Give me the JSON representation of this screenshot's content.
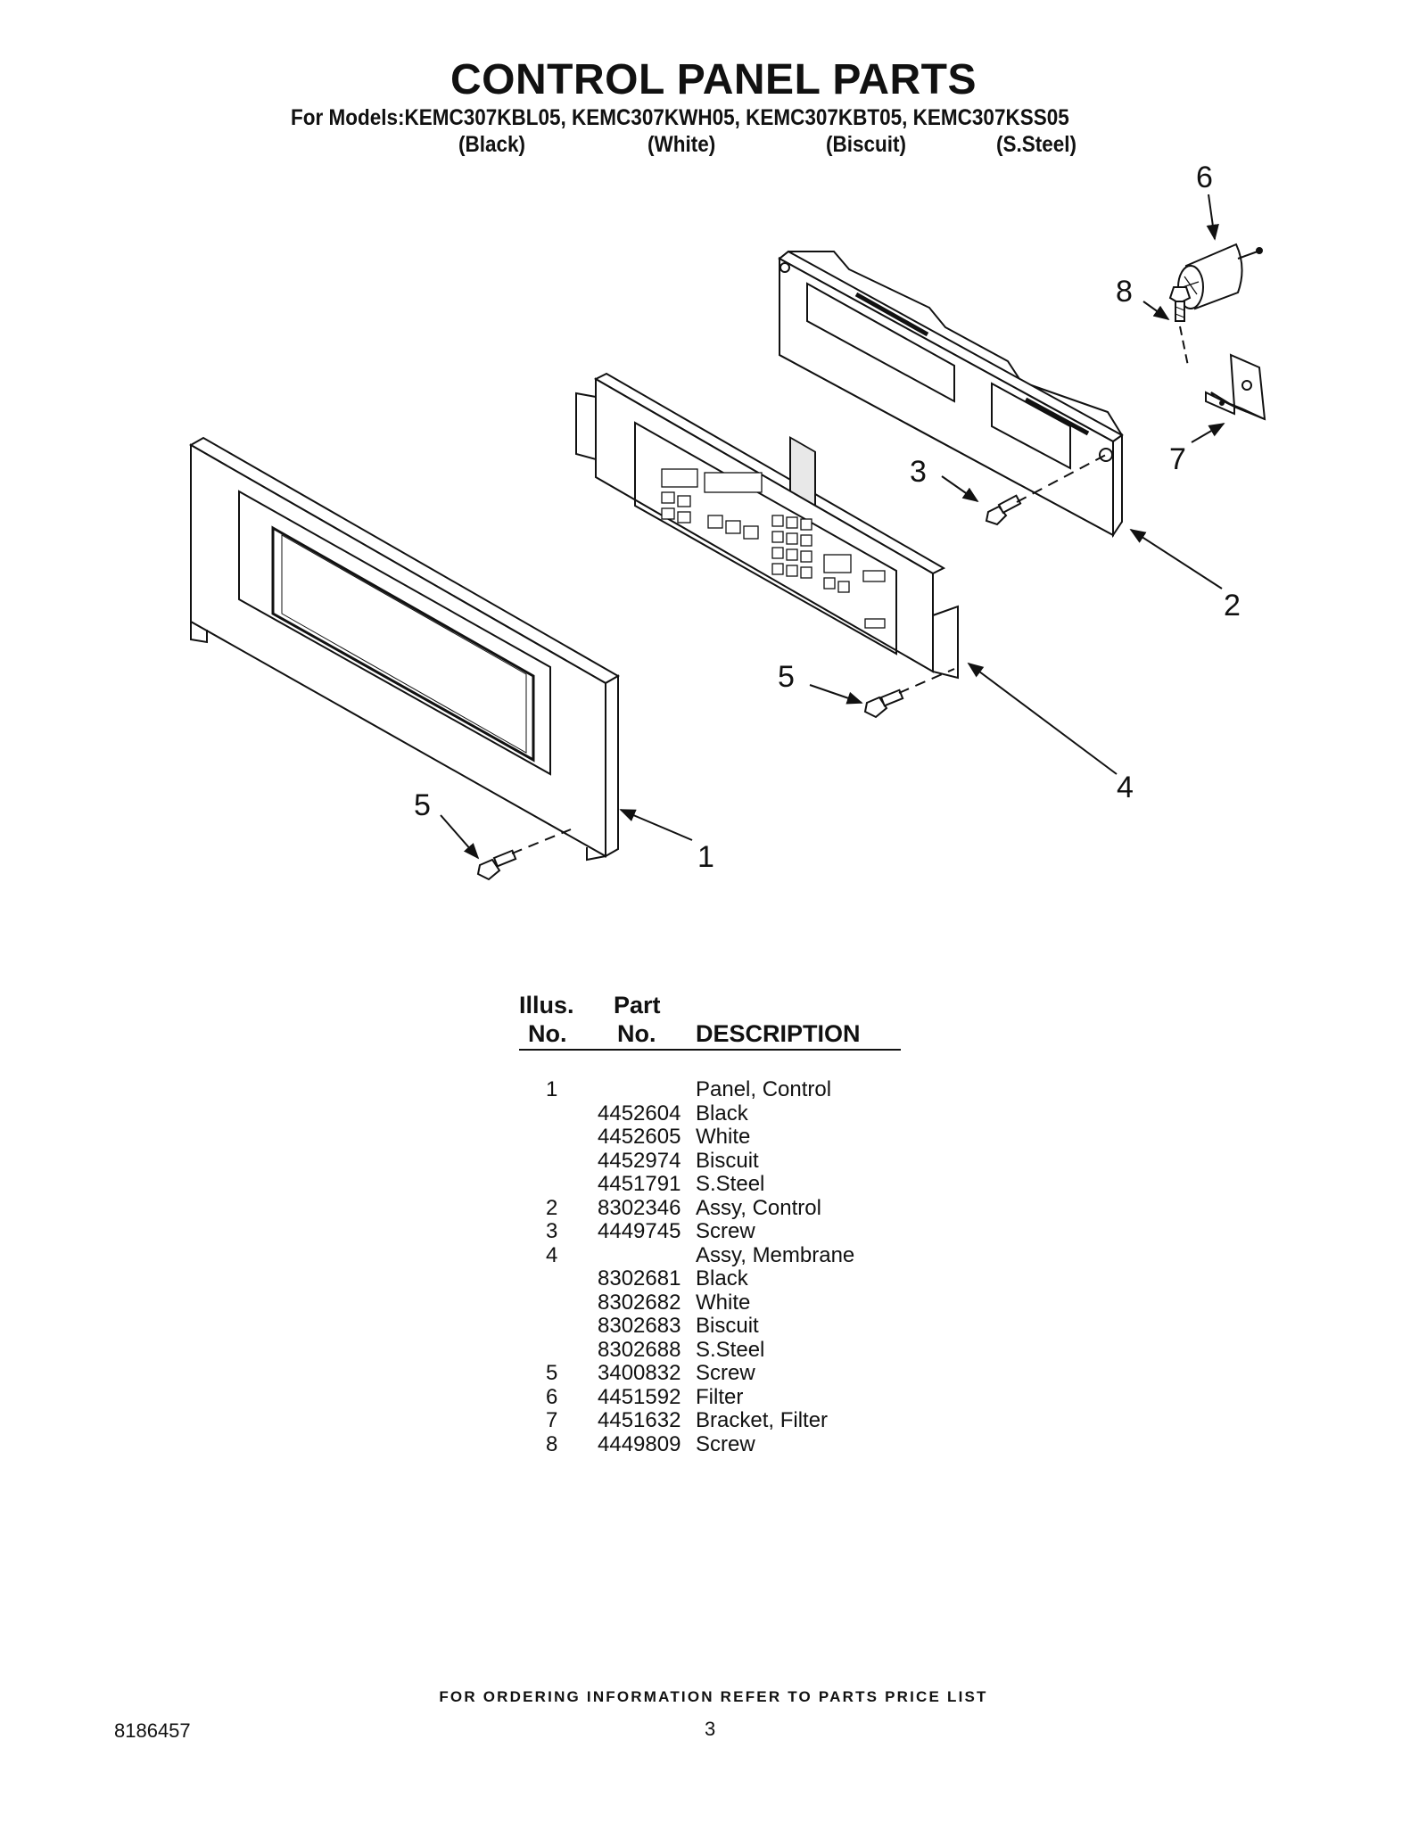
{
  "header": {
    "title": "CONTROL PANEL PARTS",
    "models_line": "For Models:KEMC307KBL05, KEMC307KWH05, KEMC307KBT05, KEMC307KSS05",
    "colors": [
      "(Black)",
      "(White)",
      "(Biscuit)",
      "(S.Steel)"
    ]
  },
  "diagram": {
    "callouts": [
      "6",
      "8",
      "7",
      "3",
      "2",
      "5",
      "4",
      "5",
      "1"
    ]
  },
  "parts_table": {
    "header_illus_1": "Illus.",
    "header_illus_2": "No.",
    "header_part_1": "Part",
    "header_part_2": "No.",
    "header_desc": "DESCRIPTION",
    "rows": [
      {
        "illus": "1",
        "part": "",
        "desc": "Panel, Control"
      },
      {
        "illus": "",
        "part": "4452604",
        "desc": "Black"
      },
      {
        "illus": "",
        "part": "4452605",
        "desc": "White"
      },
      {
        "illus": "",
        "part": "4452974",
        "desc": "Biscuit"
      },
      {
        "illus": "",
        "part": "4451791",
        "desc": "S.Steel"
      },
      {
        "illus": "2",
        "part": "8302346",
        "desc": "Assy, Control"
      },
      {
        "illus": "3",
        "part": "4449745",
        "desc": "Screw"
      },
      {
        "illus": "4",
        "part": "",
        "desc": "Assy, Membrane"
      },
      {
        "illus": "",
        "part": "8302681",
        "desc": "Black"
      },
      {
        "illus": "",
        "part": "8302682",
        "desc": "White"
      },
      {
        "illus": "",
        "part": "8302683",
        "desc": "Biscuit"
      },
      {
        "illus": "",
        "part": "8302688",
        "desc": "S.Steel"
      },
      {
        "illus": "5",
        "part": "3400832",
        "desc": "Screw"
      },
      {
        "illus": "6",
        "part": "4451592",
        "desc": "Filter"
      },
      {
        "illus": "7",
        "part": "4451632",
        "desc": "Bracket, Filter"
      },
      {
        "illus": "8",
        "part": "4449809",
        "desc": "Screw"
      }
    ]
  },
  "footer": {
    "ordering_note": "FOR ORDERING INFORMATION REFER TO PARTS PRICE LIST",
    "doc_number": "8186457",
    "page_number": "3"
  }
}
